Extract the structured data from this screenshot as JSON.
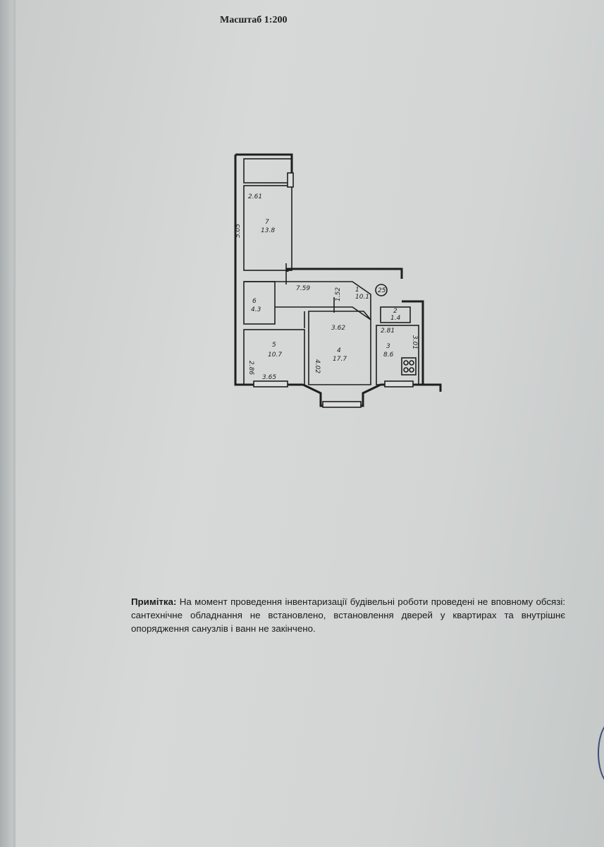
{
  "document": {
    "scale": "Масштаб 1:200",
    "note_label": "Примітка:",
    "note_text": " На момент проведення інвентаризації будівельні роботи проведені не вповному обсязі: сантехнічне обладнання не встановлено, встановлення дверей у квартирах та внутрішнє опорядження санузлів і ванн не закінчено."
  },
  "floor_plan": {
    "apartment_number": "25",
    "rooms": [
      {
        "number": "1",
        "area": "10.1"
      },
      {
        "number": "2",
        "area": "1.4"
      },
      {
        "number": "3",
        "area": "8.6"
      },
      {
        "number": "4",
        "area": "17.7"
      },
      {
        "number": "5",
        "area": "10.7"
      },
      {
        "number": "6",
        "area": "4.3"
      },
      {
        "number": "7",
        "area": "13.8"
      }
    ],
    "dimensions": {
      "room7_width": "2.61",
      "room7_length": "5.05",
      "hall_length": "7.59",
      "hall_width": "1.52",
      "room4_width": "3.62",
      "room4_length": "4.02",
      "room5_width": "3.65",
      "room5_length": "2.86",
      "room3_width": "2.81",
      "room3_length": "3.01"
    }
  }
}
